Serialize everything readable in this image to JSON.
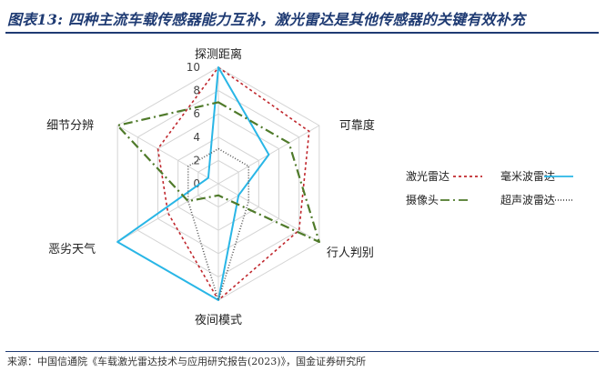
{
  "page": {
    "title": "图表13:  四种主流车载传感器能力互补，激光雷达是其他传感器的关键有效补充",
    "source": "来源：中国信通院《车载激光雷达技术与应用研究报告(2023)》，国金证券研究所"
  },
  "chart_data": {
    "type": "radar",
    "axes": [
      "探测距离",
      "可靠度",
      "行人判别",
      "夜间模式",
      "恶劣天气",
      "细节分辨"
    ],
    "ticks": [
      "0",
      "2",
      "4",
      "6",
      "8",
      "10"
    ],
    "range": [
      0,
      10
    ],
    "grid": true,
    "legend_position": "right",
    "series": [
      {
        "name": "激光雷达",
        "color": "#c0272d",
        "dash": "3,3",
        "values": [
          10,
          9,
          8,
          10,
          5,
          6
        ]
      },
      {
        "name": "毫米波雷达",
        "color": "#29b6e6",
        "dash": "",
        "values": [
          10,
          5,
          2,
          10,
          10,
          1
        ]
      },
      {
        "name": "摄像头",
        "color": "#4f7a2a",
        "dash": "10,4,2,4",
        "values": [
          7,
          7,
          10,
          1,
          3,
          10
        ]
      },
      {
        "name": "超声波雷达",
        "color": "#555555",
        "dash": "1,2",
        "values": [
          3,
          3,
          3,
          10,
          3,
          3
        ]
      }
    ]
  }
}
